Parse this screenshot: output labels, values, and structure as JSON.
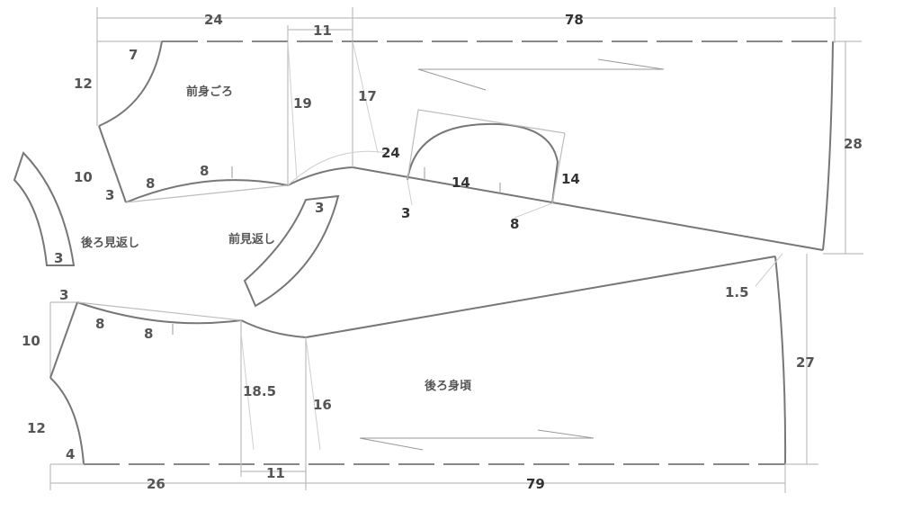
{
  "labels": {
    "front_body": "前身ごろ",
    "back_body": "後ろ身頃",
    "back_facing": "後ろ見返し",
    "front_facing": "前見返し"
  },
  "dims": {
    "top_24": "24",
    "top_78": "78",
    "top_11": "11",
    "left_12": "12",
    "left_7": "7",
    "left_10": "10",
    "left_3": "3",
    "front_8a": "8",
    "front_8b": "8",
    "v_19": "19",
    "v_17": "17",
    "curve_24": "24",
    "arm_14a": "14",
    "arm_14b": "14",
    "arm_3": "3",
    "arm_8": "8",
    "right_28": "28",
    "bf_3": "3",
    "ff_3": "3",
    "back_3": "3",
    "back_10": "10",
    "back_8a": "8",
    "back_8b": "8",
    "back_12": "12",
    "back_4": "4",
    "v_185": "18.5",
    "v_16": "16",
    "right_15": "1.5",
    "right_27": "27",
    "bottom_26": "26",
    "bottom_11": "11",
    "bottom_79": "79"
  }
}
